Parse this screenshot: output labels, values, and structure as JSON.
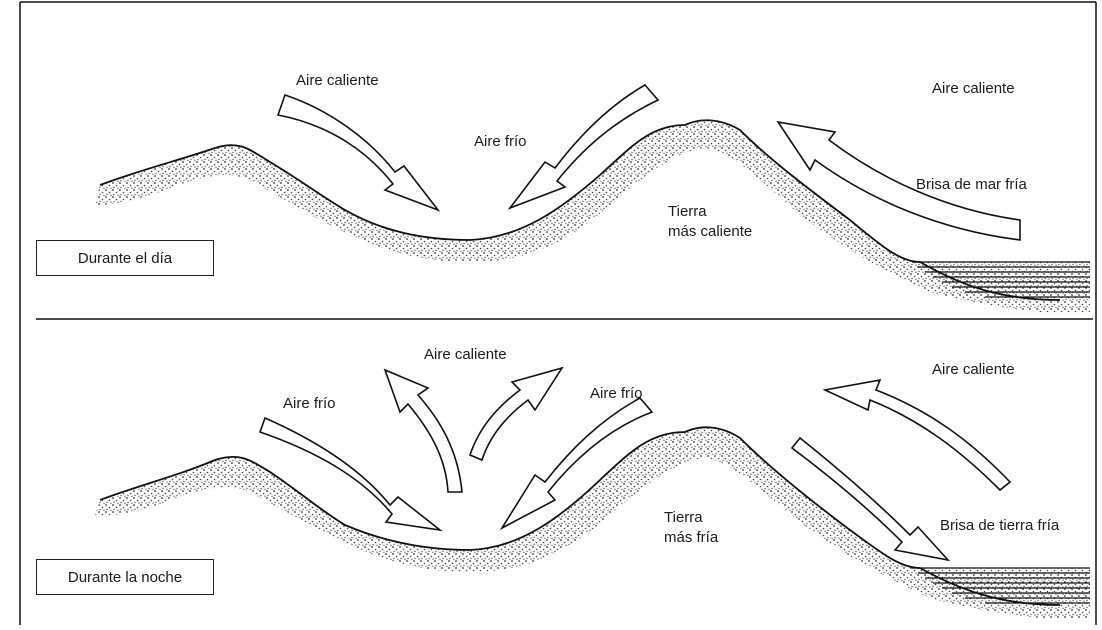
{
  "day": {
    "panel_label": "Durante el día",
    "labels": {
      "warm_air_left": "Aire caliente",
      "cold_air": "Aire frío",
      "warm_air_right": "Aire caliente",
      "sea_breeze": "Brisa de mar fría",
      "land_line1": "Tierra",
      "land_line2": "más caliente"
    }
  },
  "night": {
    "panel_label": "Durante la noche",
    "labels": {
      "cold_air_left": "Aire frío",
      "warm_air_center": "Aire caliente",
      "cold_air_center": "Aire frío",
      "warm_air_right": "Aire caliente",
      "land_breeze": "Brisa de tierra fría",
      "land_line1": "Tierra",
      "land_line2": "más fría"
    }
  },
  "colors": {
    "ink": "#1a1a1a",
    "paper": "#ffffff"
  }
}
